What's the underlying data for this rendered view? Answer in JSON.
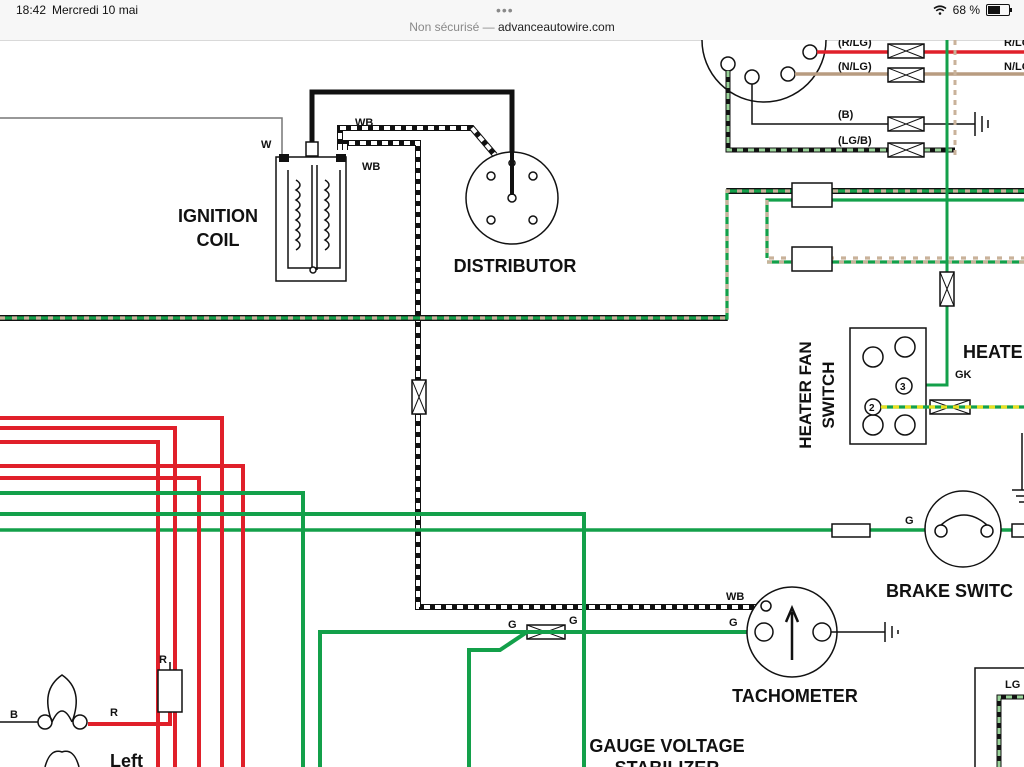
{
  "status_bar": {
    "time": "18:42",
    "date": "Mercredi 10 mai",
    "security": "Non sécurisé",
    "url": "advanceautowire.com",
    "battery_text": "68 %",
    "battery_level": 0.68
  },
  "components": {
    "ignition_coil": [
      "IGNITION",
      "COIL"
    ],
    "distributor": "DISTRIBUTOR",
    "heater_fan_switch": [
      "HEATER FAN",
      "SWITCH"
    ],
    "heater": "HEATE",
    "brake_switch": "BRAKE SWITC",
    "tachometer": "TACHOMETER",
    "gauge_voltage_stabilizer": [
      "GAUGE VOLTAGE",
      "STABILIZER"
    ],
    "left": "Left"
  },
  "wire_labels": {
    "w": "W",
    "wb_top": "WB",
    "wb_mid": "WB",
    "r_lg_left": "(R/LG)",
    "r_lg_right": "R/LG",
    "n_lg_left": "(N/LG)",
    "n_lg_right": "N/LG",
    "b": "(B)",
    "lg_b": "(LG/B)",
    "gk": "GK",
    "pin_3": "3",
    "pin_2": "2",
    "g_brake": "G",
    "wb_tach": "WB",
    "g_tach": "G",
    "g_conn_left": "G",
    "g_conn_right": "G",
    "r_resistor": "R",
    "r_lamp": "R",
    "b_lamp": "B",
    "lg_bottom": "LG"
  },
  "colors": {
    "red": "#e0202a",
    "green": "#13a04a",
    "light_green": "#9ad49a",
    "tan": "#c9b29a",
    "yellow": "#e8e020",
    "black": "#111111"
  }
}
